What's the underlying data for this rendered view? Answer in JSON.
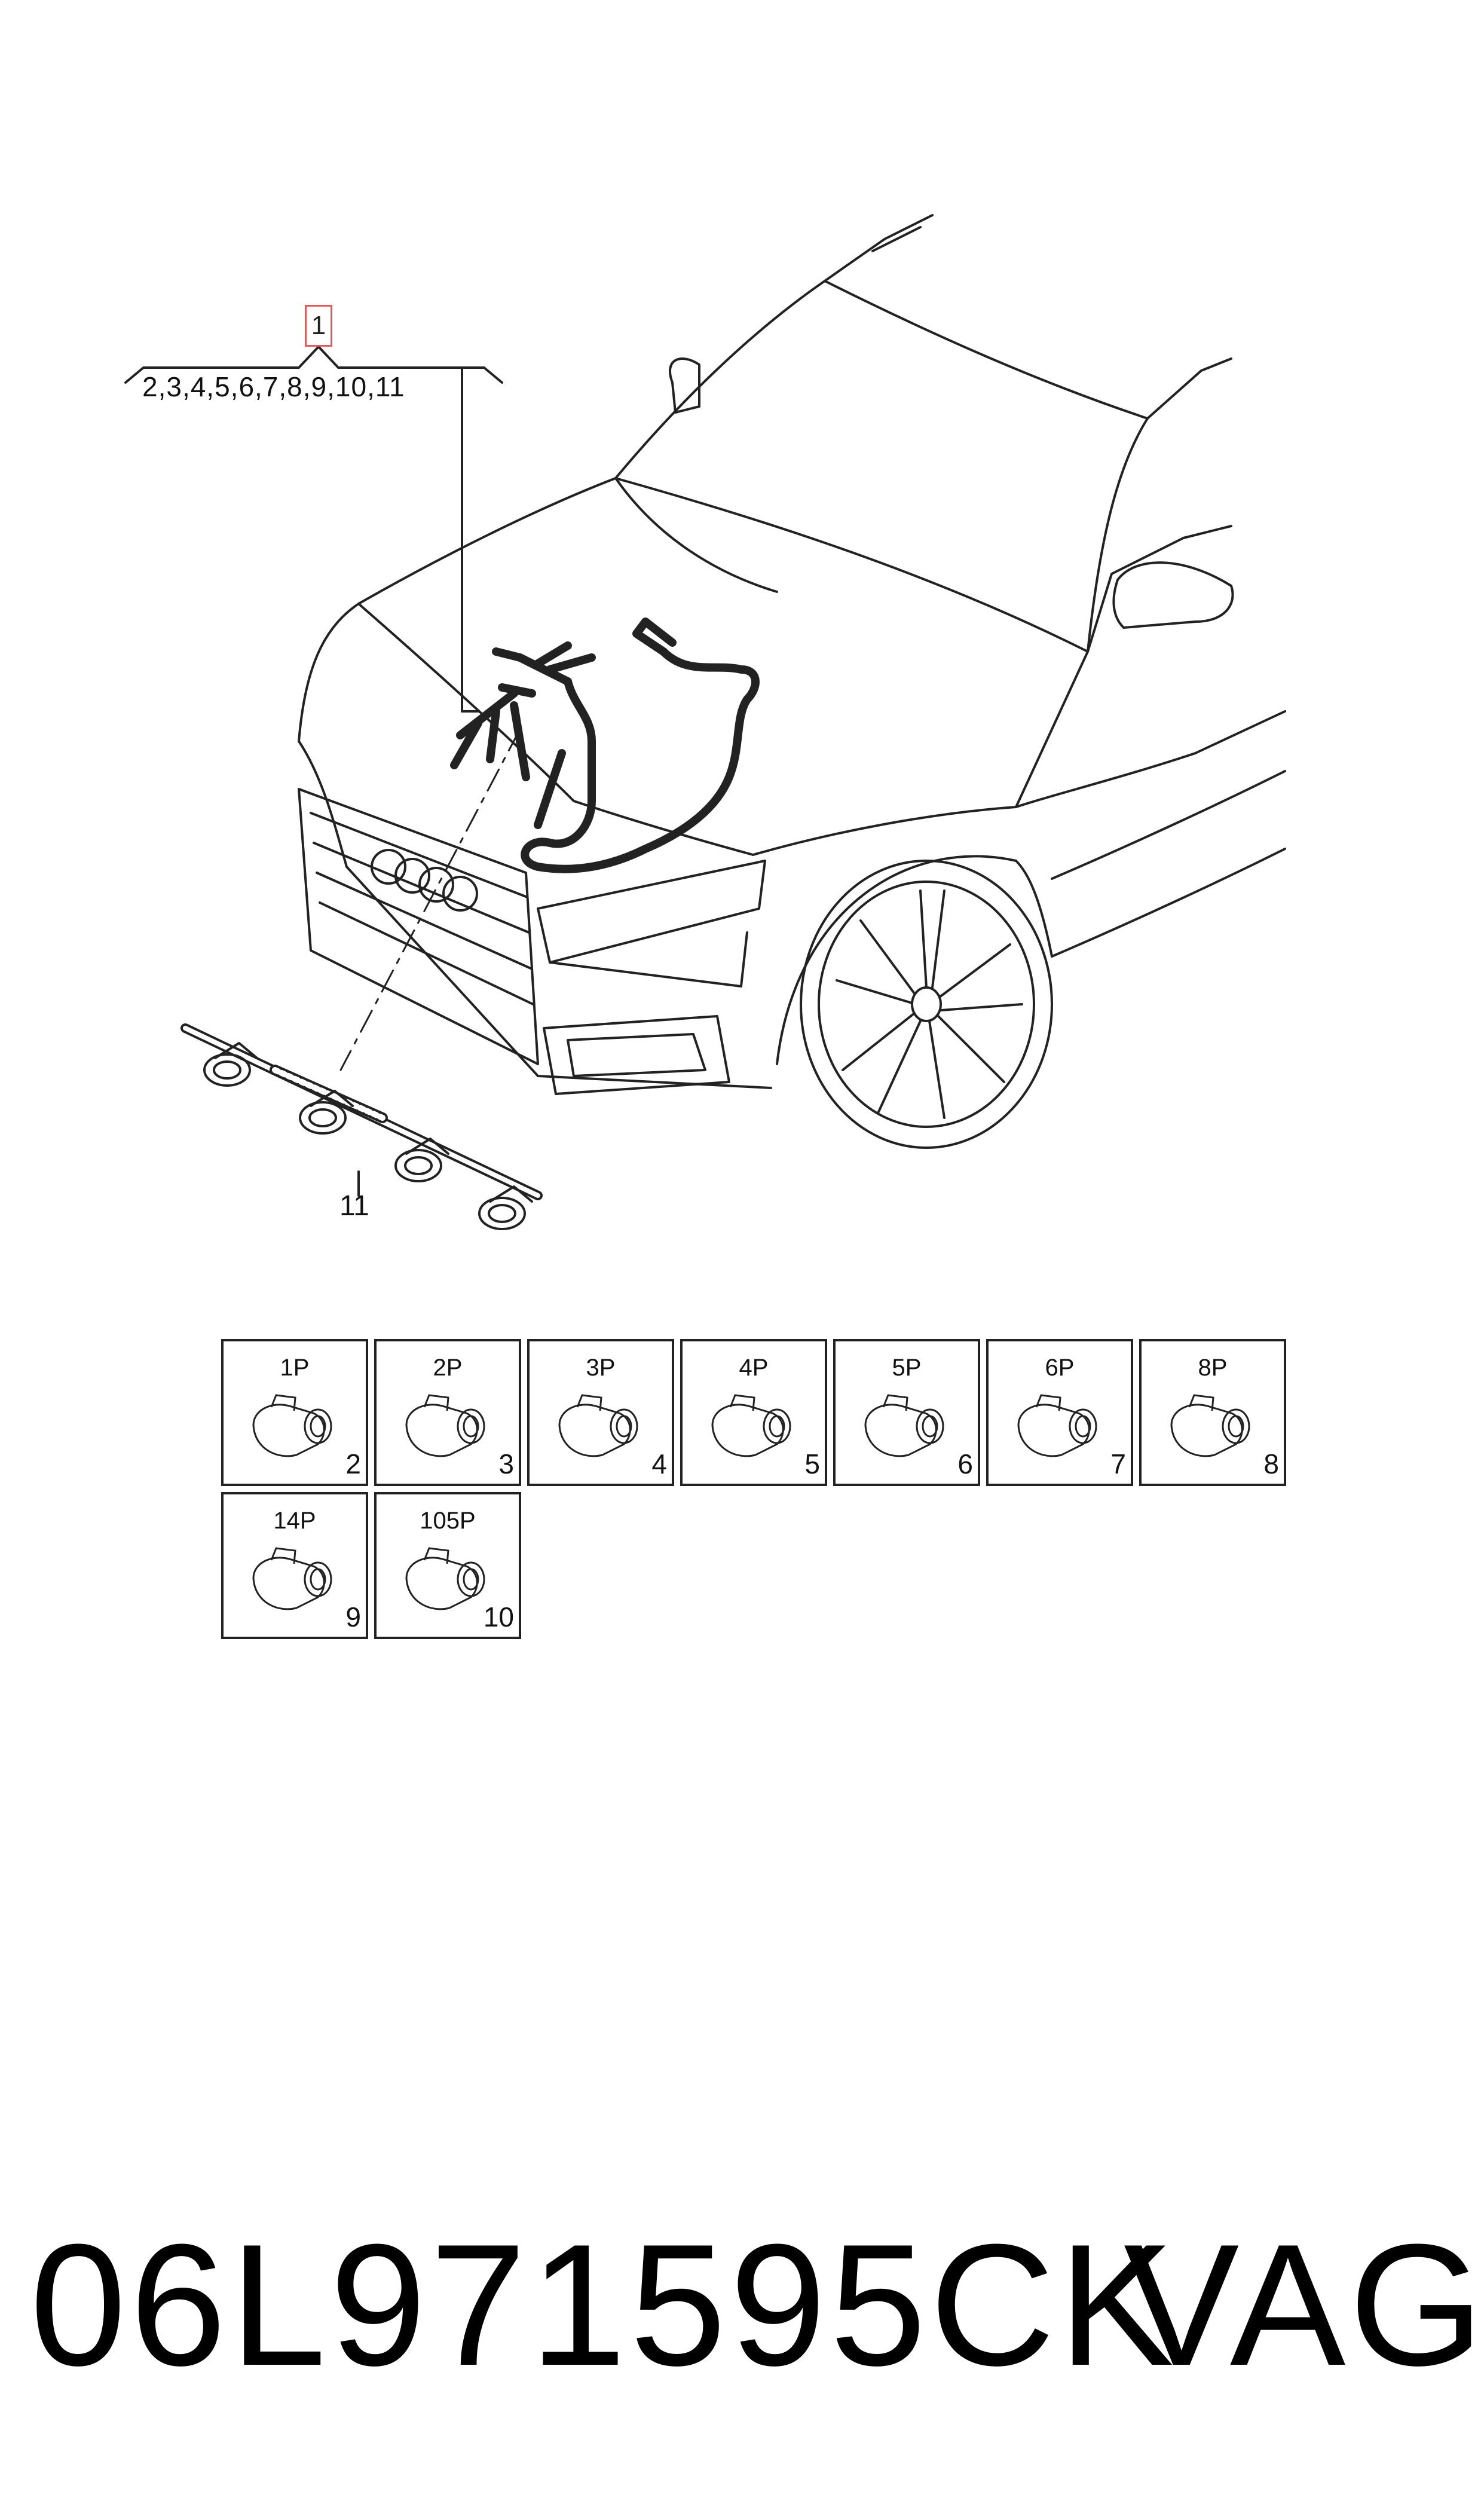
{
  "callout": {
    "main_index": "1",
    "sub_indices": "2,3,4,5,6,7,8,9,10,11"
  },
  "harness_label": "11",
  "connectors": [
    {
      "pins": "1P",
      "index": "2"
    },
    {
      "pins": "2P",
      "index": "3"
    },
    {
      "pins": "3P",
      "index": "4"
    },
    {
      "pins": "4P",
      "index": "5"
    },
    {
      "pins": "5P",
      "index": "6"
    },
    {
      "pins": "6P",
      "index": "7"
    },
    {
      "pins": "8P",
      "index": "8"
    },
    {
      "pins": "14P",
      "index": "9"
    },
    {
      "pins": "105P",
      "index": "10"
    }
  ],
  "footer": {
    "part_number": "06L971595CK",
    "brand": "VAG"
  },
  "colors": {
    "line": "#222222",
    "callout_highlight": "#e35a5a"
  }
}
